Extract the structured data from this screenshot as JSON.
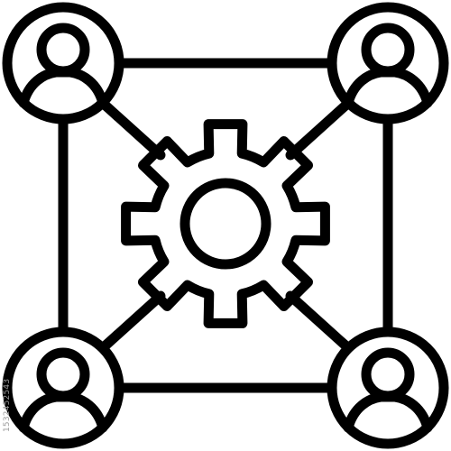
{
  "icon": {
    "name": "team-network-settings-icon",
    "stroke_color": "#000000",
    "background_color": "#ffffff",
    "users": [
      {
        "id": "top-left",
        "icon": "user-icon"
      },
      {
        "id": "top-right",
        "icon": "user-icon"
      },
      {
        "id": "bottom-left",
        "icon": "user-icon"
      },
      {
        "id": "bottom-right",
        "icon": "user-icon"
      }
    ],
    "center": {
      "icon": "gear-icon"
    }
  },
  "watermark": {
    "text": "1532452543",
    "color": "#9a9a9a"
  }
}
